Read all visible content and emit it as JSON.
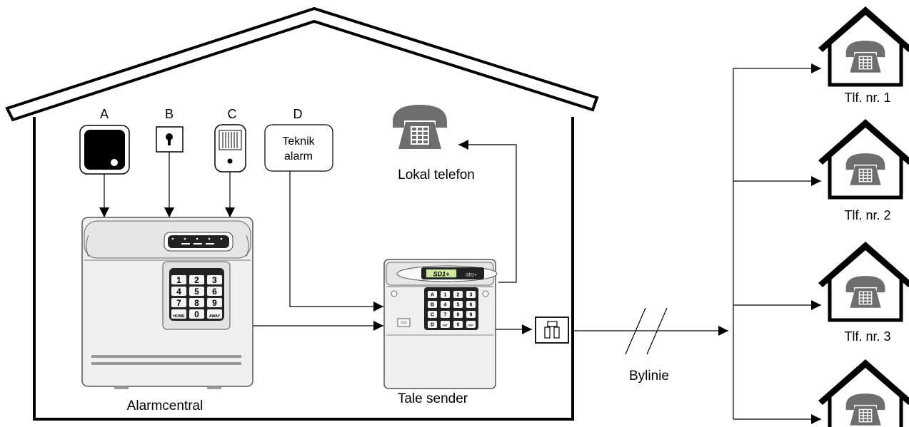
{
  "sensors": {
    "a_label": "A",
    "b_label": "B",
    "c_label": "C",
    "d_label": "D",
    "technical_alarm": [
      "Teknik",
      "alarm"
    ]
  },
  "local_phone": {
    "label": "Lokal telefon"
  },
  "alarm_panel": {
    "label": "Alarmcentral",
    "keypad_keys": [
      "1",
      "2",
      "3",
      "4",
      "5",
      "6",
      "7",
      "8",
      "9",
      "HOME",
      "0",
      "AWAY"
    ]
  },
  "speech_dialer": {
    "label": "Tale sender",
    "display_text": "SD1+",
    "brand_text": "SD1+",
    "keypad_keys": [
      "A",
      "1",
      "2",
      "3",
      "B",
      "4",
      "5",
      "6",
      "C",
      "7",
      "8",
      "9",
      "D",
      "ENT",
      "0",
      "ESC"
    ]
  },
  "line": {
    "label": "Bylinie"
  },
  "recipients": [
    {
      "label": "Tlf. nr. 1"
    },
    {
      "label": "Tlf. nr. 2"
    },
    {
      "label": "Tlf. nr. 3"
    },
    {
      "label": ""
    }
  ],
  "colors": {
    "phone": "#6e6e6e",
    "panel_fill": "#efefef",
    "panel_stroke": "#555555",
    "keypad_dark": "#222222"
  }
}
